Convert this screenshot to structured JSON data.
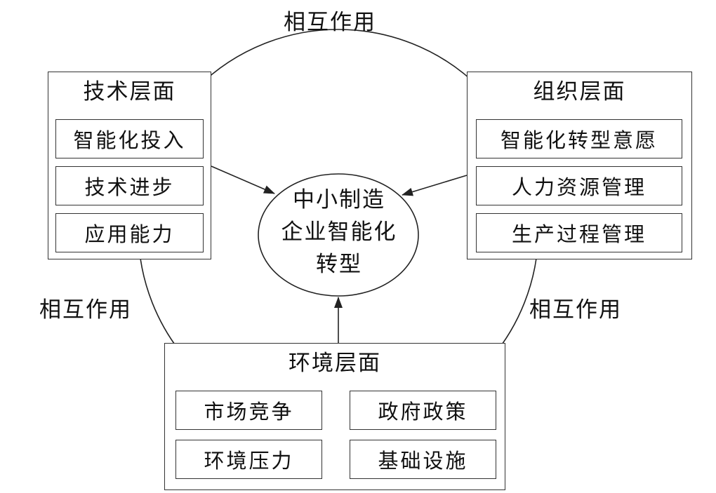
{
  "interaction_labels": {
    "top": "相互作用",
    "left": "相互作用",
    "right": "相互作用"
  },
  "center": {
    "lines": [
      "中小制造",
      "企业智能化",
      "转型"
    ]
  },
  "technology": {
    "title": "技术层面",
    "items": [
      "智能化投入",
      "技术进步",
      "应用能力"
    ]
  },
  "organization": {
    "title": "组织层面",
    "items": [
      "智能化转型意愿",
      "人力资源管理",
      "生产过程管理"
    ]
  },
  "environment": {
    "title": "环境层面",
    "items": [
      "市场竞争",
      "政府政策",
      "环境压力",
      "基础设施"
    ]
  }
}
